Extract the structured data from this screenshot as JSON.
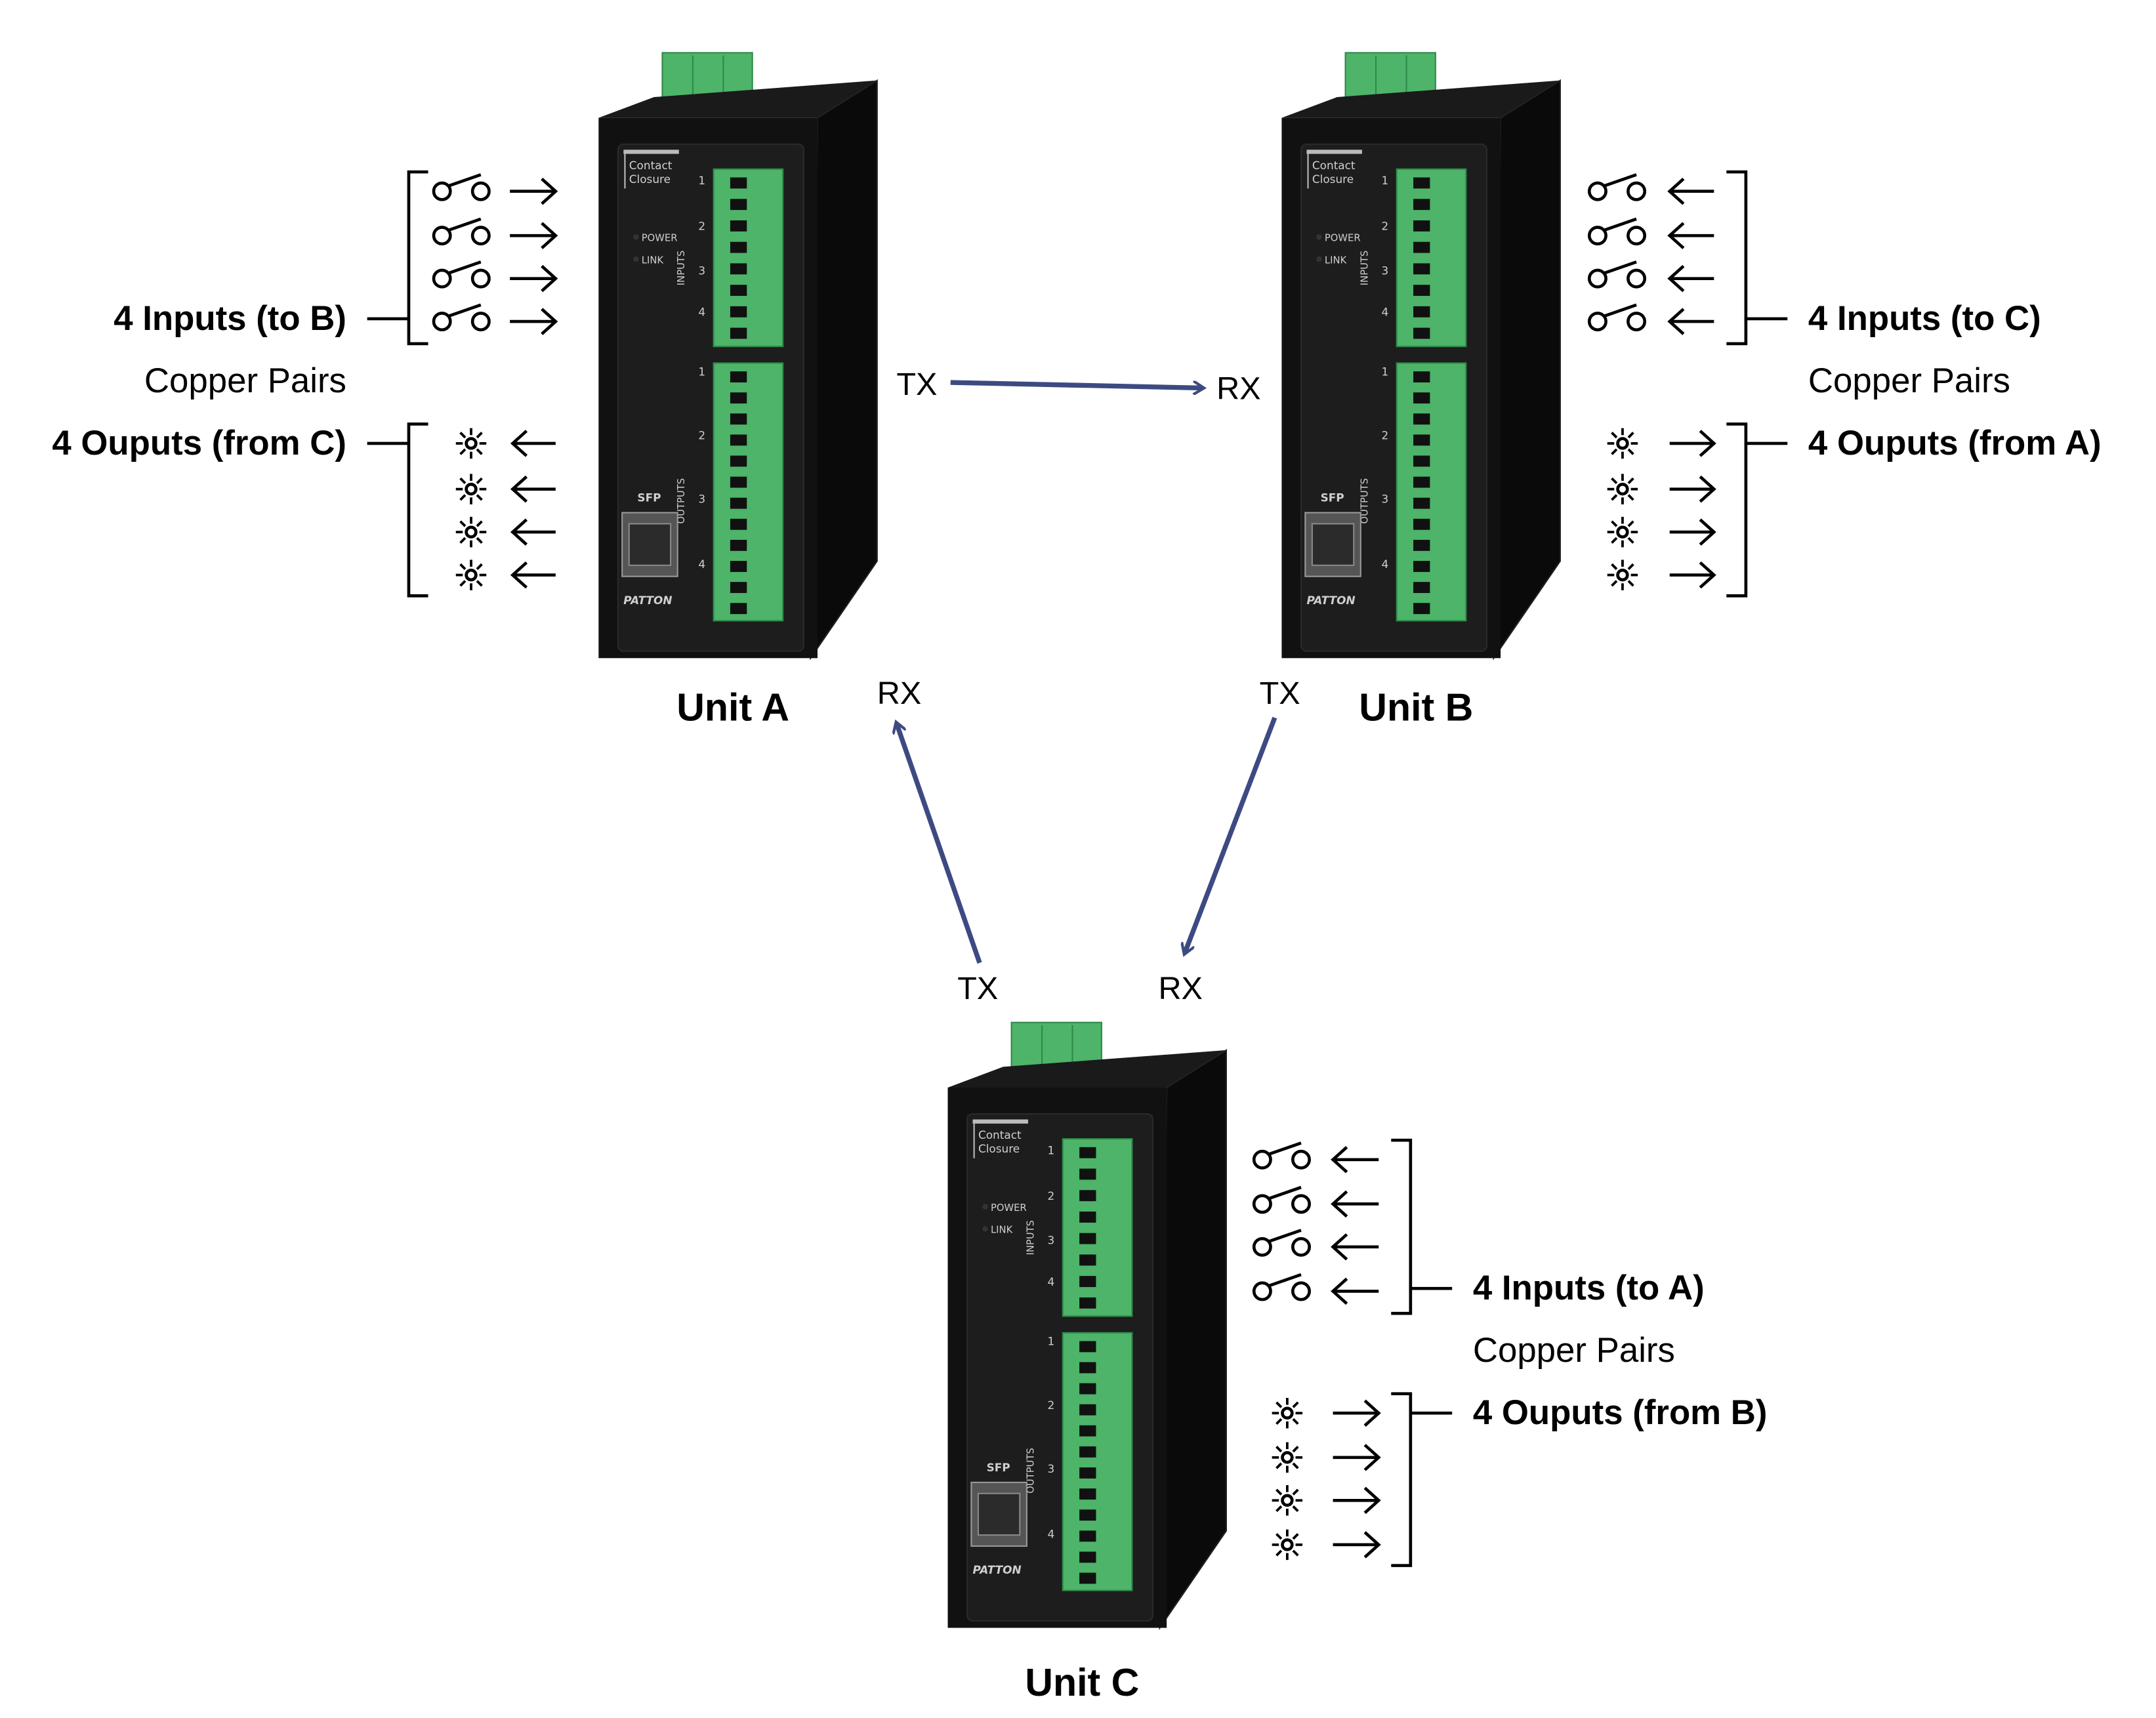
{
  "colors": {
    "link_arrow": "#3d4a82",
    "terminal_green": "#4db469",
    "device_body": "#111111"
  },
  "device_panel": {
    "title_line1": "Contact",
    "title_line2": "Closure",
    "power": "POWER",
    "link": "LINK",
    "inputs": "INPUTS",
    "outputs": "OUTPUTS",
    "sfp": "SFP",
    "brand": "PATTON",
    "numbers": [
      "1",
      "2",
      "3",
      "4"
    ]
  },
  "units": [
    {
      "name": "Unit A",
      "inputs_label": "4 Inputs (to B)",
      "copper_label": "Copper Pairs",
      "outputs_label": "4 Ouputs (from C)"
    },
    {
      "name": "Unit B",
      "inputs_label": "4 Inputs (to C)",
      "copper_label": "Copper Pairs",
      "outputs_label": "4 Ouputs (from A)"
    },
    {
      "name": "Unit C",
      "inputs_label": "4 Inputs (to A)",
      "copper_label": "Copper Pairs",
      "outputs_label": "4 Ouputs (from B)"
    }
  ],
  "links": [
    {
      "from": "Unit A",
      "to": "Unit B",
      "tx": "TX",
      "rx": "RX"
    },
    {
      "from": "Unit C",
      "to": "Unit A",
      "tx": "TX",
      "rx": "RX"
    },
    {
      "from": "Unit B",
      "to": "Unit C",
      "tx": "TX",
      "rx": "RX"
    }
  ],
  "icons": {
    "input": "switch-contact-icon",
    "output": "lamp-icon"
  }
}
